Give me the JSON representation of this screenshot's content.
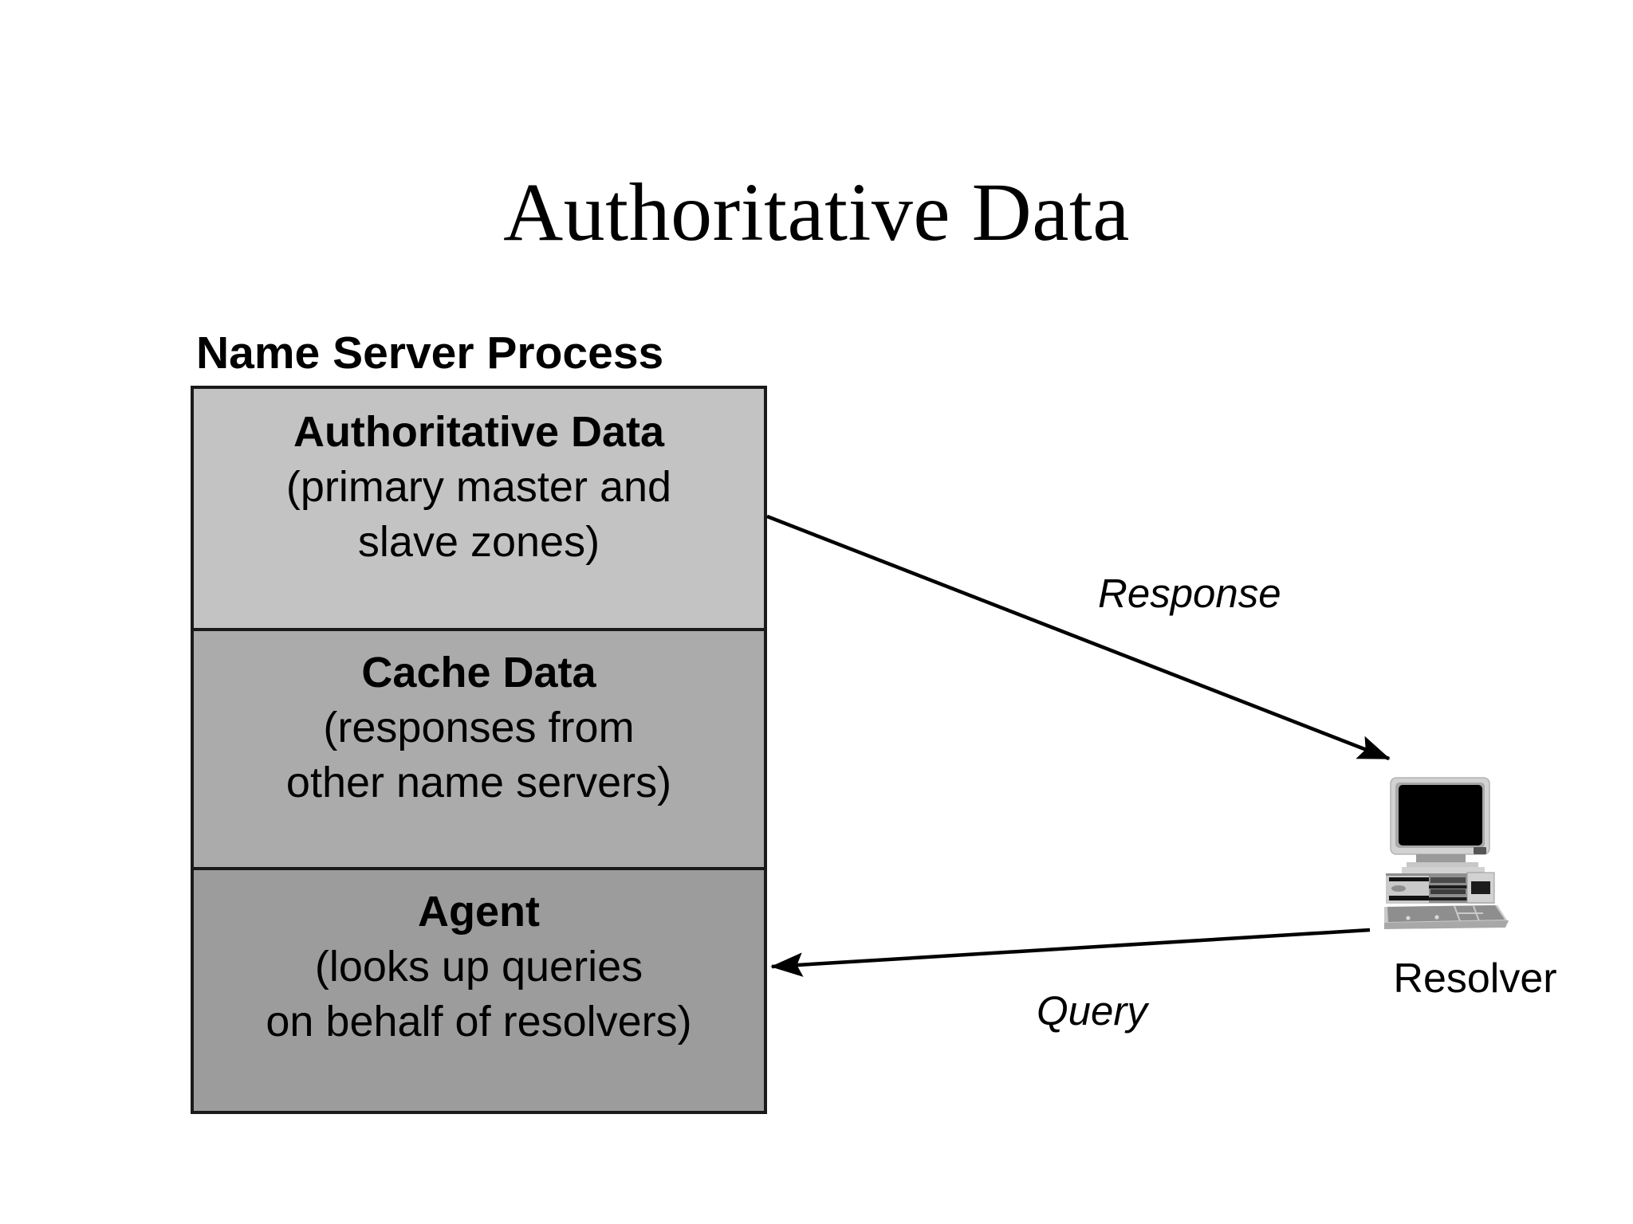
{
  "slide": {
    "title": "Authoritative Data",
    "background_color": "#ffffff",
    "text_color": "#000000"
  },
  "name_server": {
    "caption": "Name Server Process",
    "boxes": [
      {
        "id": "authoritative-data",
        "heading": "Authoritative Data",
        "lines": [
          "(primary master and",
          "slave zones)"
        ],
        "fill": "#c3c3c3"
      },
      {
        "id": "cache-data",
        "heading": "Cache Data",
        "lines": [
          "(responses from",
          "other name servers)"
        ],
        "fill": "#ababab"
      },
      {
        "id": "agent",
        "heading": "Agent",
        "lines": [
          "(looks up queries",
          "on behalf of resolvers)"
        ],
        "fill": "#9c9c9c"
      }
    ],
    "border_color": "#1a1a1a"
  },
  "arrows": [
    {
      "id": "response-arrow",
      "label": "Response",
      "from": "authoritative-data-box",
      "to": "resolver",
      "direction": "right-down"
    },
    {
      "id": "query-arrow",
      "label": "Query",
      "from": "resolver",
      "to": "agent-box",
      "direction": "left-down"
    }
  ],
  "resolver": {
    "label": "Resolver",
    "icon": "desktop-computer-icon",
    "screen_color": "#000000",
    "case_color": "#c9c9c9"
  }
}
